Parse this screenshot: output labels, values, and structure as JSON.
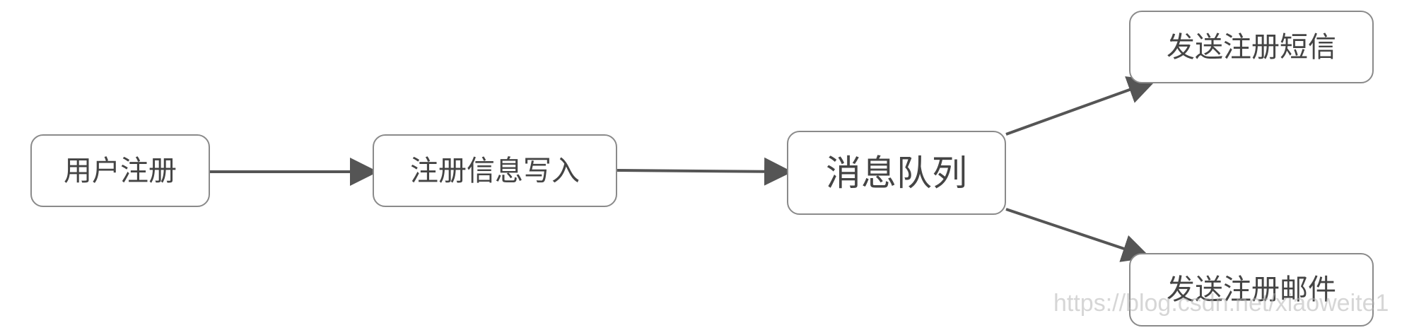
{
  "nodes": {
    "user_register": "用户注册",
    "write_info": "注册信息写入",
    "message_queue": "消息队列",
    "send_sms": "发送注册短信",
    "send_email": "发送注册邮件"
  },
  "watermark": "https://blog.csdn.net/xiaoweite1",
  "colors": {
    "border": "#8a8a8a",
    "arrow": "#555555",
    "text": "#444444"
  }
}
